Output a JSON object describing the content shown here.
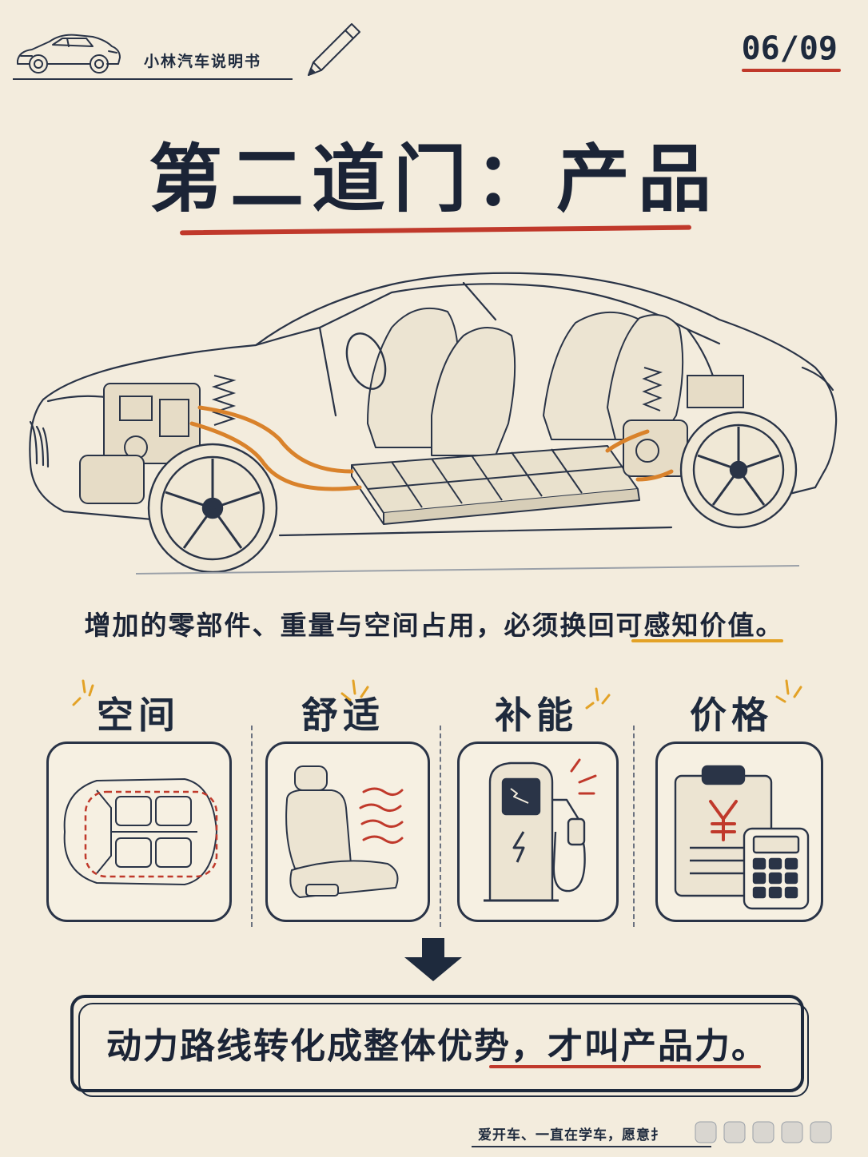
{
  "header": {
    "brand": "小林汽车说明书",
    "page_number": "06/09"
  },
  "title": "第二道门：产品",
  "caption": "增加的零部件、重量与空间占用，必须换回可感知价值。",
  "features": [
    {
      "label": "空间",
      "icon": "car-top-view-icon"
    },
    {
      "label": "舒适",
      "icon": "heated-seat-icon"
    },
    {
      "label": "补能",
      "icon": "charging-station-icon"
    },
    {
      "label": "价格",
      "icon": "price-calculator-icon"
    }
  ],
  "conclusion": "动力路线转化成整体优势，才叫产品力。",
  "footer": "爱开车、一直在学车，愿意扌",
  "colors": {
    "paper": "#f3ecdd",
    "ink": "#1e2a3d",
    "accent_red": "#c0392b",
    "accent_orange": "#e3a226",
    "pipe_orange": "#d9822b"
  }
}
